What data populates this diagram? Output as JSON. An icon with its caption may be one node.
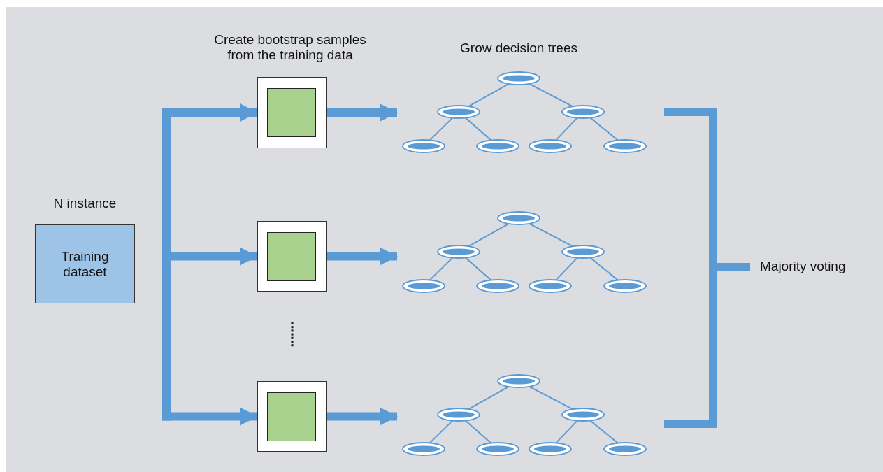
{
  "diagram": {
    "nodes": [
      {
        "text": [
          "N instance",
          "Training dataset"
        ]
      },
      {
        "text": [],
        "shape": "box"
      },
      {
        "text": [],
        "shape": "box"
      },
      {
        "text": [],
        "shape": "box"
      },
      {
        "text": [],
        "shape": "ellipse"
      },
      {
        "text": [],
        "shape": "ellipse"
      },
      {
        "text": [],
        "shape": "ellipse"
      },
      {
        "text": [],
        "shape": "ellipse"
      },
      {
        "text": [],
        "shape": "ellipse"
      },
      {
        "text": [],
        "shape": "ellipse"
      },
      {
        "text": [],
        "shape": "ellipse"
      },
      {
        "text": [],
        "shape": "ellipse"
      },
      {
        "text": [],
        "shape": "ellipse"
      },
      {
        "text": [],
        "shape": "ellipse"
      },
      {
        "text": [],
        "shape": "ellipse"
      },
      {
        "text": [],
        "shape": "ellipse"
      },
      {
        "text": [],
        "shape": "ellipse"
      },
      {
        "text": [],
        "shape": "ellipse"
      },
      {
        "text": [],
        "shape": "ellipse"
      },
      {
        "text": [],
        "shape": "ellipse"
      },
      {
        "text": [],
        "shape": "ellipse"
      },
      {
        "text": [],
        "shape": "ellipse"
      },
      {
        "text": [],
        "shape": "ellipse"
      },
      {
        "text": [],
        "shape": "ellipse"
      },
      {
        "text": [],
        "shape": "ellipse"
      },
      {
        "text": [
          "Majority voting"
        ]
      }
    ],
    "edges": [
      {
        "from": null,
        "to": 1,
        "arrow": "to",
        "style": "thick"
      },
      {
        "from": null,
        "to": 2,
        "arrow": "to",
        "style": "thick"
      },
      {
        "from": null,
        "to": 3,
        "arrow": "to",
        "style": "thick"
      },
      {
        "from": 1,
        "to": 5,
        "arrow": "to",
        "style": "thick"
      },
      {
        "from": 2,
        "to": 12,
        "arrow": "to",
        "style": "thick"
      },
      {
        "from": 3,
        "to": 19,
        "arrow": "to",
        "style": "thick"
      },
      {
        "from": 4,
        "to": 5,
        "arrow": "none"
      },
      {
        "from": 4,
        "to": 6,
        "arrow": "none"
      },
      {
        "from": 5,
        "to": 7,
        "arrow": "none"
      },
      {
        "from": 5,
        "to": 8,
        "arrow": "none"
      },
      {
        "from": 6,
        "to": 9,
        "arrow": "none"
      },
      {
        "from": 6,
        "to": 10,
        "arrow": "none"
      },
      {
        "from": 11,
        "to": 12,
        "arrow": "none"
      },
      {
        "from": 11,
        "to": 13,
        "arrow": "none"
      },
      {
        "from": 12,
        "to": 14,
        "arrow": "none"
      },
      {
        "from": 12,
        "to": 15,
        "arrow": "none"
      },
      {
        "from": 13,
        "to": 16,
        "arrow": "none"
      },
      {
        "from": 13,
        "to": 17,
        "arrow": "none"
      },
      {
        "from": 18,
        "to": 19,
        "arrow": "none"
      },
      {
        "from": 18,
        "to": 20,
        "arrow": "none"
      },
      {
        "from": 19,
        "to": 21,
        "arrow": "none"
      },
      {
        "from": 19,
        "to": 22,
        "arrow": "none"
      },
      {
        "from": 20,
        "to": 23,
        "arrow": "none"
      },
      {
        "from": 20,
        "to": 24,
        "arrow": "none"
      },
      {
        "from": null,
        "to": 25,
        "arrow": "none",
        "style": "thick"
      },
      {
        "from": null,
        "to": 25,
        "arrow": "none",
        "style": "thick"
      }
    ],
    "labels": [
      "Create bootstrap samples from the training data",
      "Grow decision trees"
    ]
  }
}
